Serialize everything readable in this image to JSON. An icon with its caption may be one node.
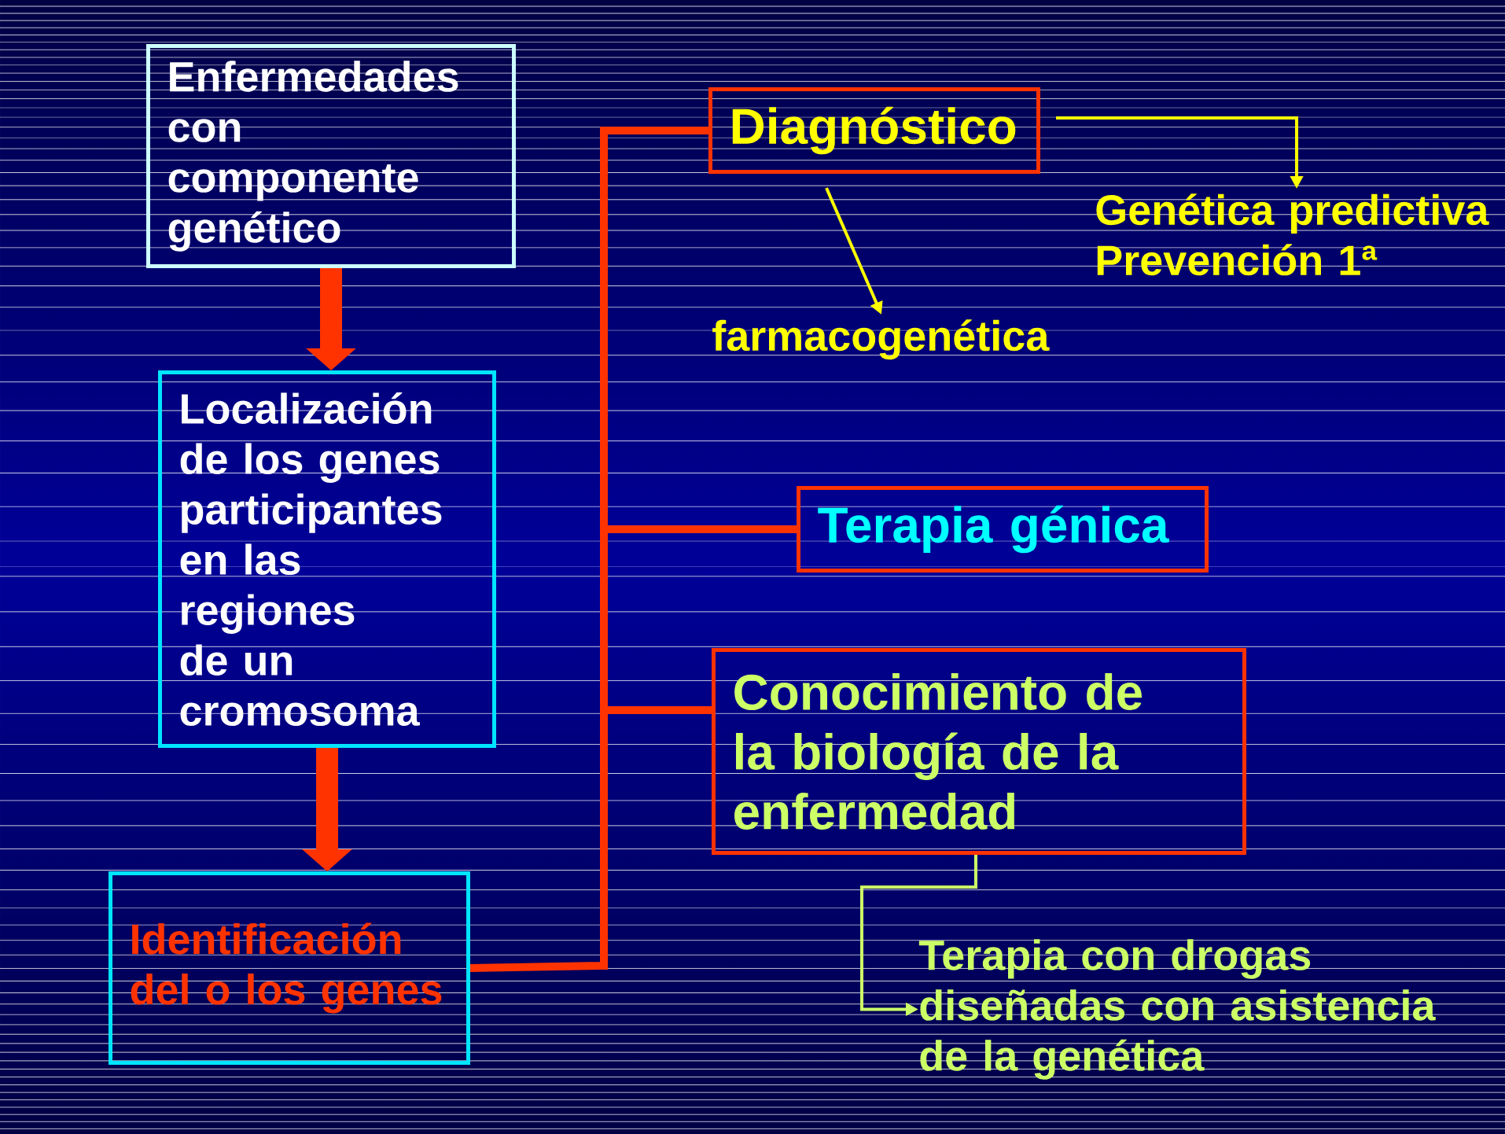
{
  "diagram": {
    "nodes": [
      {
        "text": [
          "Enfermedades con componente genético"
        ]
      },
      {
        "text": [
          "Localización de los genes participantes en las regiones de un cromosoma"
        ]
      },
      {
        "text": [
          "Identificación del o los genes"
        ]
      },
      {
        "text": [
          "Diagnóstico"
        ]
      },
      {
        "text": [
          "Terapia génica"
        ]
      },
      {
        "text": [
          "Conocimiento de la biología de la enfermedad"
        ]
      },
      {
        "text": [
          "farmacogenética"
        ]
      },
      {
        "text": [
          "Genética predictiva Prevención 1ª"
        ]
      },
      {
        "text": [
          "Terapia con drogas diseñadas con asistencia de la genética"
        ]
      }
    ],
    "edges": [
      {
        "from": 0,
        "to": 1,
        "arrow": "to",
        "style": "thick"
      },
      {
        "from": 1,
        "to": 2,
        "arrow": "to",
        "style": "thick"
      },
      {
        "from": 2,
        "to": 3,
        "arrow": "none"
      },
      {
        "from": 2,
        "to": 4,
        "arrow": "none"
      },
      {
        "from": 2,
        "to": 5,
        "arrow": "none"
      },
      {
        "from": 3,
        "to": 7,
        "arrow": "to",
        "color": "#ffff00"
      },
      {
        "from": 3,
        "to": 6,
        "arrow": "to",
        "color": "#ffff00"
      },
      {
        "from": 5,
        "to": 8,
        "arrow": "to",
        "color": "#ccff66"
      }
    ]
  }
}
